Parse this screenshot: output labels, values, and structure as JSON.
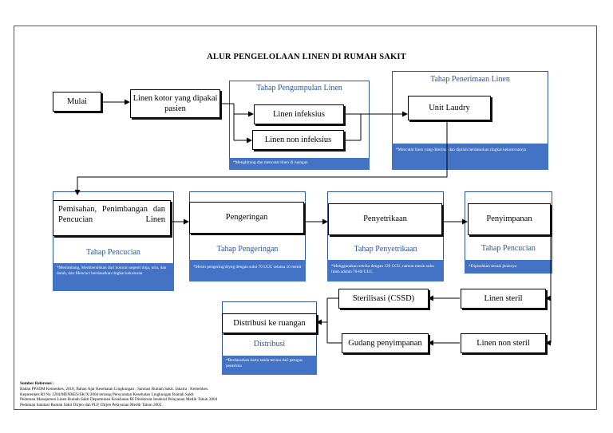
{
  "title": "ALUR PENGELOLAAN LINEN DI RUMAH SAKIT",
  "nodes": {
    "mulai": "Mulai",
    "linen_kotor": "Linen kotor yang dipakai pasien",
    "linen_infeksius": "Linen infeksius",
    "linen_non_infeksius": "Linen non infeksius",
    "unit_laundry": "Unit Laudry",
    "pemisahan": "Pemisahan, Penimbangan dan Pencucian Linen",
    "pengeringan": "Pengeringan",
    "penyetrikaan": "Penyetrikaan",
    "penyimpanan": "Penyimpanan",
    "linen_steril": "Linen steril",
    "linen_non_steril": "Linen non steril",
    "sterilisasi": "Sterilisasi (CSSD)",
    "gudang": "Gudang penyimpanan",
    "distribusi_ruangan": "Distribusi ke ruangan"
  },
  "stages": {
    "pengumpulan": {
      "title": "Tahap Pengumpulan Linen",
      "note": "*Menghitung dan mencatat linen di ruangan"
    },
    "penerimaan": {
      "title": "Tahap Penerimaan Linen",
      "note": "*Mencatat linen yang diterima dan dipilah berdasarkan tingkat kekotorannya"
    },
    "pencucian": {
      "title": "Tahap Pencucian",
      "note": "*Menimbang, Membersihkan dari kotoran seperti tinja, urin, dan darah, dan Mencuci berdasarkan tingkat kekotoran"
    },
    "pengeringan": {
      "title": "Tahap Pengeringan",
      "note": "*Mesin pengering/dryng dengan suhu 70 UUC selama 10 menit"
    },
    "penyetrikaan": {
      "title": "Tahap Penyetrikaan",
      "note": "*Menggunakan setrika dengan 120 CCU, namun mesin suhu linen adalah 70-80 UUC"
    },
    "penyimpanan": {
      "title": "Tahap Pencucian",
      "note": "*Dipisahkan sesuai jenisnya"
    },
    "distribusi": {
      "title": "Distribusi",
      "note": "*Berdasarkan kartu tanda terima dari petugas penerima"
    }
  },
  "references": {
    "title": "Sumber Referensi :",
    "lines": [
      "Badan PPSDM Kemenkes, 2018, Bahan Ajar Kesehatan Lingkungan : Sanitasi Rumah Sakit. Jakarta : Kemenkes.",
      "Kepmenkes RI No 1204/MENKES/SK/X/2004 tentang Persyaratan Kesehatan Lingkungan Rumah Sakit",
      "Pedoman Manajemen Linen Rumah Sakit Departemen Kesehatan RI Direktorat Jenderal Pelayanan Medik Tahun 2004",
      "Pedoman Sanitasi Rumah Sakit Dirjen dan PLP, Dirjen Pelayanan Medik Tahun 2002."
    ]
  },
  "colors": {
    "accent": "#2f5597",
    "note_fill": "#4472c4",
    "line": "#000000"
  }
}
